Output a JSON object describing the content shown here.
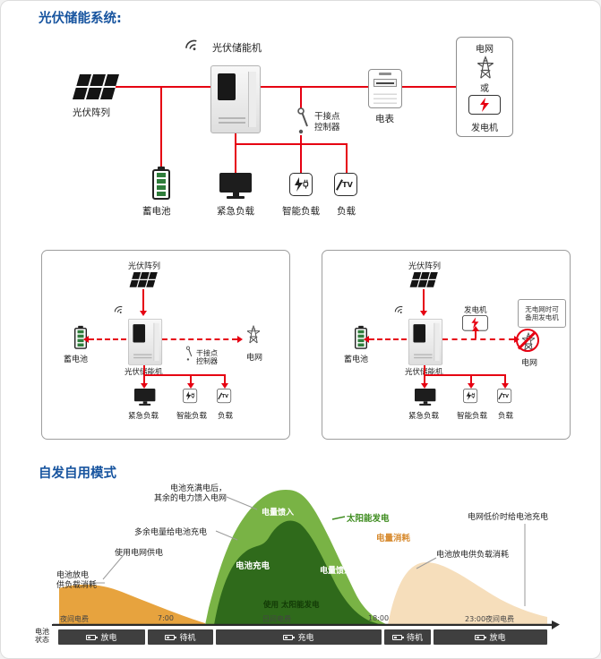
{
  "titles": {
    "system": "光伏储能系统:",
    "mode": "自发自用模式"
  },
  "main": {
    "inverter": "光伏储能机",
    "pv_array": "光伏阵列",
    "battery": "蓄电池",
    "emergency_load": "紧急负载",
    "smart_load": "智能负载",
    "load": "负载",
    "tv": "TV",
    "dry_contact_l1": "干接点",
    "dry_contact_l2": "控制器",
    "meter": "电表",
    "grid": "电网",
    "or": "或",
    "generator": "发电机"
  },
  "scenario_left": {
    "pv_array": "光伏阵列",
    "battery": "蓄电池",
    "inverter": "光伏储能机",
    "grid": "电网",
    "dry_contact_l1": "干接点",
    "dry_contact_l2": "控制器",
    "emergency_load": "紧急负载",
    "smart_load": "智能负载",
    "load": "负载",
    "tv": "TV"
  },
  "scenario_right": {
    "pv_array": "光伏阵列",
    "battery": "蓄电池",
    "inverter": "光伏储能机",
    "generator": "发电机",
    "note_l1": "无电网时可",
    "note_l2": "备用发电机",
    "grid": "电网",
    "emergency_load": "紧急负载",
    "smart_load": "智能负载",
    "load": "负载",
    "tv": "TV"
  },
  "chart": {
    "ann": {
      "full_feed_l1": "电池充满电后，",
      "full_feed_l2": "其余的电力馈入电网",
      "feed_in_top": "电量馈入",
      "solar_gen": "太阳能发电",
      "surplus_charge": "多余电量给电池充电",
      "consume": "电量消耗",
      "cheap_charge": "电网低价时给电池充电",
      "use_grid": "使用电网供电",
      "batt_charge": "电池充电",
      "feed_in_right": "电量馈入",
      "discharge_right": "电池放电供负载消耗",
      "discharge_left_l1": "电池放电",
      "discharge_left_l2": "供负载消耗",
      "use_solar": "使用 太阳能发电"
    },
    "ticks": [
      "夜间电费",
      "7:00",
      "日间电费",
      "18:00",
      "23:00夜间电费"
    ],
    "status_l1": "电池",
    "status_l2": "状态",
    "states": [
      "放电",
      "待机",
      "充电",
      "待机",
      "放电"
    ]
  },
  "icons": {
    "wifi": "signal-arcs",
    "pv_array": "solar-panel-grid",
    "inverter": "storage-inverter-unit",
    "battery": "battery-vertical",
    "monitor": "display-screen",
    "smart_load": "lightning-plug",
    "tv_load": "slash-tv",
    "dry_contact": "switch-symbol",
    "meter": "energy-meter",
    "grid": "transmission-tower",
    "generator": "lightning-box",
    "status_battery": "battery-horizontal"
  },
  "colors": {
    "accent_red": "#e60012",
    "title_blue": "#17549f",
    "solar_green": "#79b345",
    "charge_green": "#2f6a1b",
    "grid_orange": "#e7a33e",
    "consume_tan": "#f6debb",
    "status_dark": "#3f3f3f"
  },
  "chart_data": {
    "type": "area",
    "x_axis": "time of day",
    "x_ticks": [
      "夜间电费",
      "7:00",
      "日间电费",
      "18:00",
      "23:00夜间电费"
    ],
    "series": [
      {
        "name": "太阳能发电",
        "color": "#79b345",
        "shape": "bell curve peaking midday between 7:00 and 18:00"
      },
      {
        "name": "电池充电",
        "color": "#2f6a1b",
        "shape": "inner area under the solar curve"
      },
      {
        "name": "使用电网供电/电池放电",
        "color": "#e7a33e",
        "shape": "low band from night until 7:00"
      },
      {
        "name": "电量消耗",
        "color": "#f6debb",
        "shape": "evening bump after 18:00 until 23:00"
      }
    ],
    "battery_states": [
      {
        "label": "放电",
        "rel_width": 0.18
      },
      {
        "label": "待机",
        "rel_width": 0.13
      },
      {
        "label": "充电",
        "rel_width": 0.34
      },
      {
        "label": "待机",
        "rel_width": 0.1
      },
      {
        "label": "放电",
        "rel_width": 0.25
      }
    ]
  }
}
